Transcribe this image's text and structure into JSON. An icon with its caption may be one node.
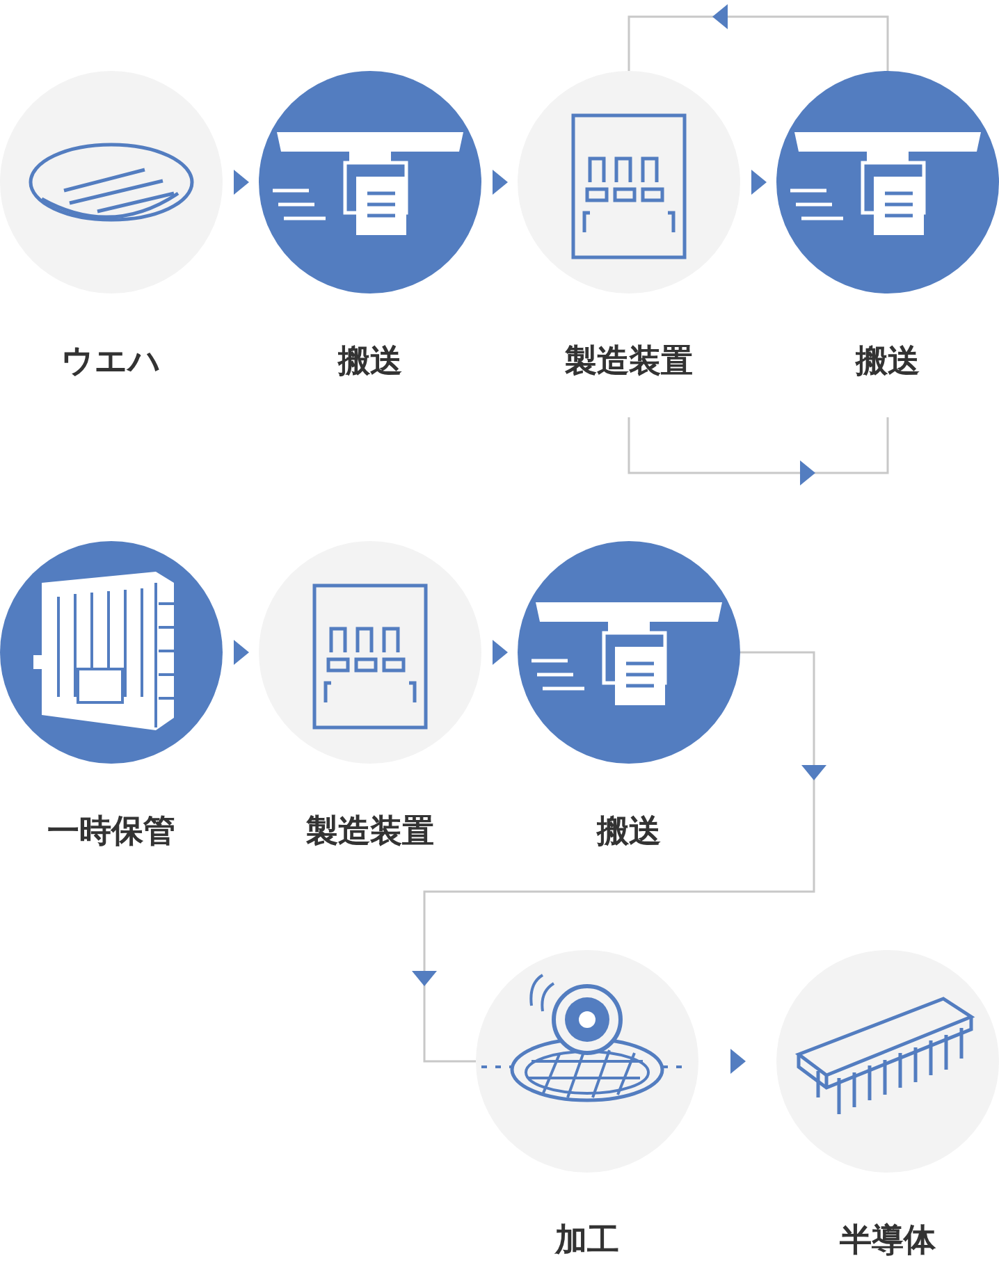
{
  "diagram": {
    "nodes": [
      {
        "text": [
          "ウエハ"
        ]
      },
      {
        "text": [
          "搬送"
        ]
      },
      {
        "text": [
          "製造装置"
        ]
      },
      {
        "text": [
          "搬送"
        ]
      },
      {
        "text": [
          "一時保管"
        ]
      },
      {
        "text": [
          "製造装置"
        ]
      },
      {
        "text": [
          "搬送"
        ]
      },
      {
        "text": [
          "加工"
        ]
      },
      {
        "text": [
          "半導体"
        ]
      }
    ],
    "edges": [
      {
        "from": 0,
        "to": 1,
        "arrow": "to"
      },
      {
        "from": 1,
        "to": 2,
        "arrow": "to"
      },
      {
        "from": 2,
        "to": 3,
        "arrow": "to"
      },
      {
        "from": 3,
        "to": 2,
        "arrow": "to"
      },
      {
        "from": 2,
        "to": 3,
        "arrow": "to"
      },
      {
        "from": 4,
        "to": 5,
        "arrow": "to"
      },
      {
        "from": 5,
        "to": 6,
        "arrow": "to"
      },
      {
        "from": 6,
        "to": 7,
        "arrow": "to"
      },
      {
        "from": 7,
        "to": 8,
        "arrow": "to"
      }
    ]
  }
}
